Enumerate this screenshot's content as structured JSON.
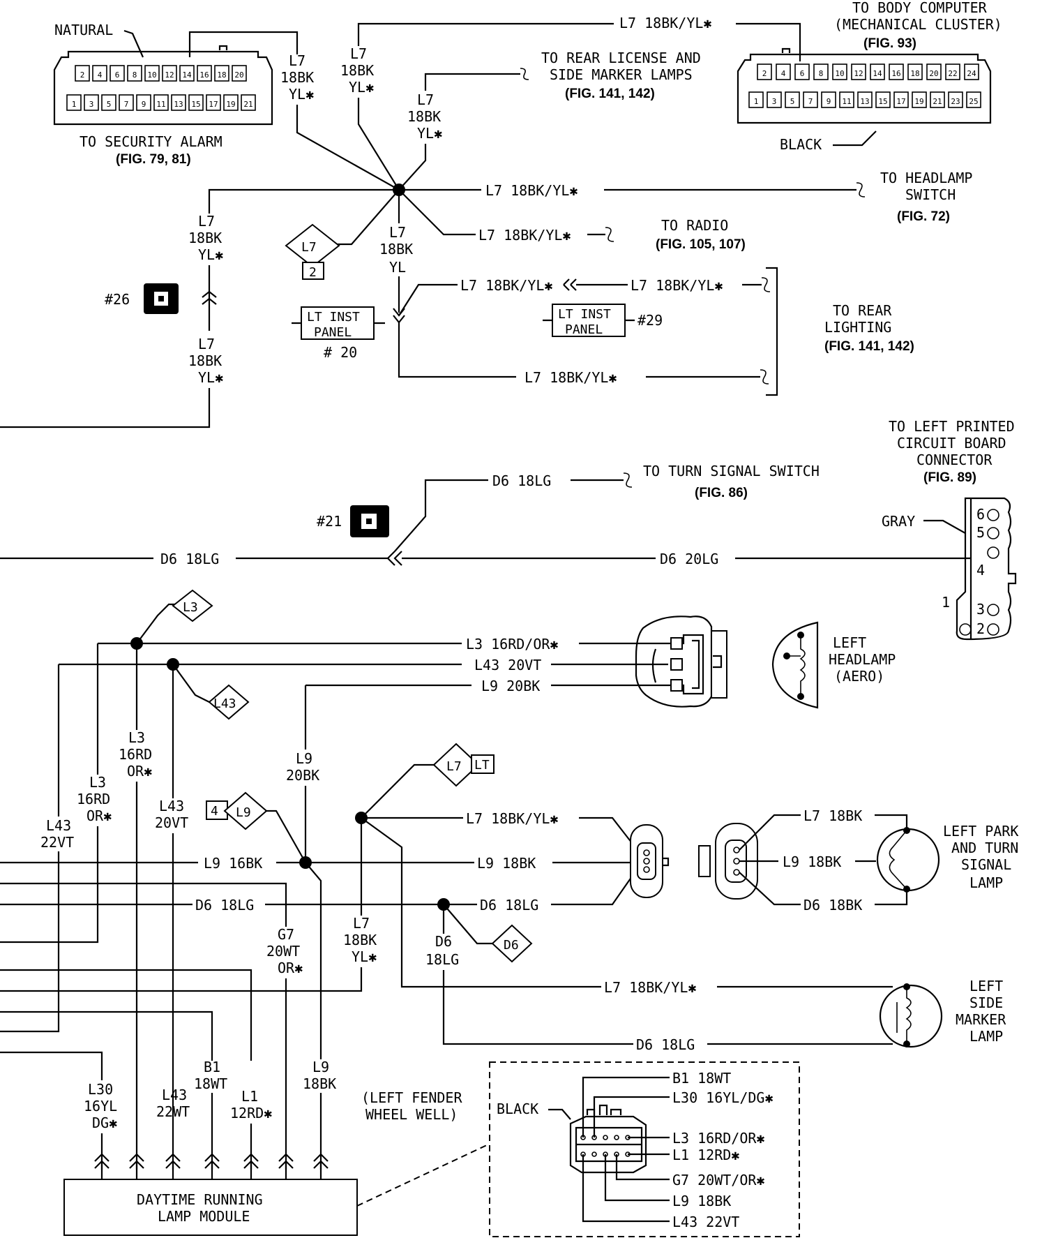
{
  "top": {
    "natural": "NATURAL",
    "security_alarm": "TO SECURITY ALARM",
    "security_fig": "(FIG. 79, 81)",
    "body_computer_1": "TO BODY COMPUTER",
    "body_computer_2": "(MECHANICAL CLUSTER)",
    "body_computer_fig": "(FIG. 93)",
    "black": "BLACK",
    "rear_license_1": "TO REAR LICENSE AND",
    "rear_license_2": "SIDE MARKER LAMPS",
    "rear_license_fig": "(FIG. 141, 142)",
    "headlamp_switch_1": "TO HEADLAMP",
    "headlamp_switch_2": "SWITCH",
    "headlamp_switch_fig": "(FIG. 72)",
    "radio": "TO RADIO",
    "radio_fig": "(FIG. 105, 107)",
    "rear_lighting_1": "TO REAR",
    "rear_lighting_2": "LIGHTING",
    "rear_lighting_fig": "(FIG. 141, 142)",
    "lt_inst_1": "LT INST",
    "lt_inst_2": "PANEL",
    "no20": "# 20",
    "no29": "#29",
    "no26": "#26",
    "no21": "#21",
    "l7": "L7",
    "bk18": "18BK",
    "bk18b": "18BK",
    "yl_star": "YL✱",
    "yl": "YL",
    "two": "2",
    "top_wire": "L7 18BK/YL✱",
    "headlamp_wire": "L7 18BK/YL✱",
    "radio_wire": "L7 18BK/YL✱",
    "rear1_wire_a": "L7 18BK/YL✱",
    "rear1_wire_b": "L7 18BK/YL✱",
    "rear2_wire": "L7 18BK/YL✱",
    "security_pins_top": [
      "2",
      "4",
      "6",
      "8",
      "10",
      "12",
      "14",
      "16",
      "18",
      "20"
    ],
    "security_pins_bottom": [
      "1",
      "3",
      "5",
      "7",
      "9",
      "11",
      "13",
      "15",
      "17",
      "19",
      "21"
    ],
    "body_pins_top": [
      "2",
      "4",
      "6",
      "8",
      "10",
      "12",
      "14",
      "16",
      "18",
      "20",
      "22",
      "24"
    ],
    "body_pins_bottom": [
      "1",
      "3",
      "5",
      "7",
      "9",
      "11",
      "13",
      "15",
      "17",
      "19",
      "21",
      "23",
      "25"
    ]
  },
  "middle": {
    "turn_signal": "TO TURN SIGNAL SWITCH",
    "turn_signal_fig": "(FIG. 86)",
    "d6_18lg": "D6 18LG",
    "d6_18lg_left": "D6 18LG",
    "d6_20lg": "D6 20LG",
    "pcb_1": "TO LEFT PRINTED",
    "pcb_2": "CIRCUIT BOARD",
    "pcb_3": "CONNECTOR",
    "pcb_fig": "(FIG. 89)",
    "gray": "GRAY",
    "pcb_pins": [
      "6",
      "5",
      "4",
      "3",
      "2",
      "1"
    ]
  },
  "lower": {
    "l3_16rd_or": "L3 16RD/OR✱",
    "l43_20vt": "L43 20VT",
    "l9_20bk": "L9 20BK",
    "headlamp_1": "LEFT",
    "headlamp_2": "HEADLAMP",
    "headlamp_3": "(AERO)",
    "l3": "L3",
    "l43": "L43",
    "l9": "L9",
    "l7": "L7",
    "lt": "LT",
    "d6": "D6",
    "four": "4",
    "l7_18bkyl": "L7 18BK/YL✱",
    "l9_18bk": "L9 18BK",
    "d6_18lg": "D6 18LG",
    "l9_16bk": "L9 16BK",
    "d6_18lg_left": "D6 18LG",
    "park_l7": "L7 18BK",
    "park_l9": "L9 18BK",
    "park_d6": "D6 18BK",
    "park_1": "LEFT PARK",
    "park_2": "AND TURN",
    "park_3": "SIGNAL",
    "park_4": "LAMP",
    "side_wire_l7": "L7 18BK/YL✱",
    "side_wire_d6": "D6 18LG",
    "side_1": "LEFT",
    "side_2": "SIDE",
    "side_3": "MARKER",
    "side_4": "LAMP",
    "v_l3_a": [
      "L3",
      "16RD",
      "OR✱"
    ],
    "v_l3_b": [
      "L3",
      "16RD",
      "OR✱"
    ],
    "v_l43_a": [
      "L43",
      "20VT"
    ],
    "v_l43_b": [
      "L43",
      "22VT"
    ],
    "v_l9": [
      "L9",
      "20BK"
    ],
    "v_g7": [
      "G7",
      "20WT",
      "OR✱"
    ],
    "v_l7": [
      "L7",
      "18BK",
      "YL✱"
    ],
    "v_d6": [
      "D6",
      "18LG"
    ],
    "v_l30": [
      "L30",
      "16YL",
      "DG✱"
    ],
    "v_l43_22wt": [
      "L43",
      "22WT"
    ],
    "v_b1": [
      "B1",
      "18WT"
    ],
    "v_l1": [
      "L1",
      "12RD✱"
    ],
    "v_l9_18bk": [
      "L9",
      "18BK"
    ],
    "drl_1": "DAYTIME RUNNING",
    "drl_2": "LAMP MODULE",
    "fender_1": "(LEFT FENDER",
    "fender_2": "WHEEL WELL)",
    "black": "BLACK",
    "conn_b1": "B1 18WT",
    "conn_l30": "L30 16YL/DG✱",
    "conn_l3": "L3 16RD/OR✱",
    "conn_l1": "L1 12RD✱",
    "conn_g7": "G7 20WT/OR✱",
    "conn_l9": "L9 18BK",
    "conn_l43": "L43 22VT"
  }
}
